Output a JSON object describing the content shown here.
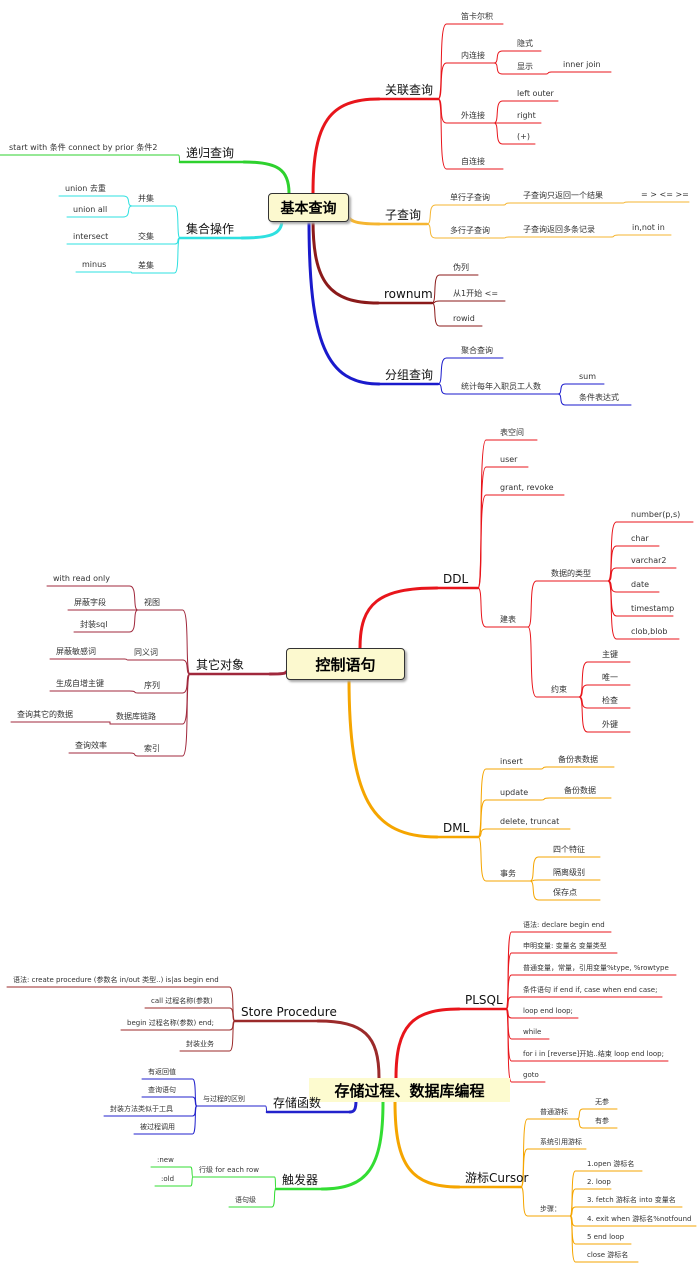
{
  "maps": [
    {
      "center": "基本查询",
      "nodes": [
        {
          "label": "关联查询",
          "color": "#e8151b",
          "children": [
            {
              "label": "笛卡尔积"
            },
            {
              "label": "内连接",
              "children": [
                {
                  "label": "隐式"
                },
                {
                  "label": "显示",
                  "children": [
                    {
                      "label": "inner join"
                    }
                  ]
                }
              ]
            },
            {
              "label": "外连接",
              "children": [
                {
                  "label": "left outer"
                },
                {
                  "label": "right"
                },
                {
                  "label": "(+)"
                }
              ]
            },
            {
              "label": "自连接"
            }
          ]
        },
        {
          "label": "子查询",
          "color": "#f5b530",
          "children": [
            {
              "label": "单行子查询",
              "children": [
                {
                  "label": "子查询只返回一个结果",
                  "children": [
                    {
                      "label": "= > <= >="
                    }
                  ]
                }
              ]
            },
            {
              "label": "多行子查询",
              "children": [
                {
                  "label": "子查询返回多条记录",
                  "children": [
                    {
                      "label": "in,not in"
                    }
                  ]
                }
              ]
            }
          ]
        },
        {
          "label": "rownum",
          "color": "#8b1a1a",
          "children": [
            {
              "label": "伪列"
            },
            {
              "label": "从1开始 <="
            },
            {
              "label": "rowid"
            }
          ]
        },
        {
          "label": "分组查询",
          "color": "#1a1acc",
          "children": [
            {
              "label": "聚合查询"
            },
            {
              "label": "统计每年入职员工人数",
              "children": [
                {
                  "label": "sum"
                },
                {
                  "label": "条件表达式"
                }
              ]
            }
          ]
        },
        {
          "label": "递归查询",
          "color": "#2ed12e",
          "children": [
            {
              "label": "start with 条件 connect by prior 条件2"
            }
          ]
        },
        {
          "label": "集合操作",
          "color": "#2ee0e0",
          "children": [
            {
              "label": "并集",
              "children": [
                {
                  "label": "union 去重"
                },
                {
                  "label": "union all"
                }
              ]
            },
            {
              "label": "交集",
              "children": [
                {
                  "label": "intersect"
                }
              ]
            },
            {
              "label": "差集",
              "children": [
                {
                  "label": "minus"
                }
              ]
            }
          ]
        }
      ]
    },
    {
      "center": "控制语句",
      "nodes": [
        {
          "label": "DDL",
          "color": "#e8151b",
          "children": [
            {
              "label": "表空间"
            },
            {
              "label": "user"
            },
            {
              "label": "grant, revoke"
            },
            {
              "label": "建表",
              "children": [
                {
                  "label": "数据的类型",
                  "children": [
                    {
                      "label": "number(p,s)"
                    },
                    {
                      "label": "char"
                    },
                    {
                      "label": "varchar2"
                    },
                    {
                      "label": "date"
                    },
                    {
                      "label": "timestamp"
                    },
                    {
                      "label": "clob,blob"
                    }
                  ]
                },
                {
                  "label": "约束",
                  "children": [
                    {
                      "label": "主键"
                    },
                    {
                      "label": "唯一"
                    },
                    {
                      "label": "检查"
                    },
                    {
                      "label": "外键"
                    }
                  ]
                }
              ]
            }
          ]
        },
        {
          "label": "DML",
          "color": "#f5a500",
          "children": [
            {
              "label": "insert",
              "children": [
                {
                  "label": "备份表数据"
                }
              ]
            },
            {
              "label": "update",
              "children": [
                {
                  "label": "备份数据"
                }
              ]
            },
            {
              "label": "delete, truncat"
            },
            {
              "label": "事务",
              "children": [
                {
                  "label": "四个特征"
                },
                {
                  "label": "隔离级别"
                },
                {
                  "label": "保存点"
                }
              ]
            }
          ]
        },
        {
          "label": "其它对象",
          "color": "#a0283c",
          "children": [
            {
              "label": "视图",
              "children": [
                {
                  "label": "with read only"
                },
                {
                  "label": "屏蔽字段"
                },
                {
                  "label": "封装sql"
                }
              ]
            },
            {
              "label": "同义词",
              "children": [
                {
                  "label": "屏蔽敏感词"
                }
              ]
            },
            {
              "label": "序列",
              "children": [
                {
                  "label": "生成自增主键"
                }
              ]
            },
            {
              "label": "数据库链路",
              "children": [
                {
                  "label": "查询其它的数据"
                }
              ]
            },
            {
              "label": "索引",
              "children": [
                {
                  "label": "查询效率"
                }
              ]
            }
          ]
        }
      ]
    },
    {
      "center": "存储过程、数据库编程",
      "nodes": [
        {
          "label": "PLSQL",
          "color": "#e8151b",
          "children": [
            {
              "label": "语法: declare begin end"
            },
            {
              "label": "申明变量: 变量名 变量类型"
            },
            {
              "label": "普通变量，常量，引用变量%type, %rowtype"
            },
            {
              "label": "条件语句 if end if, case when end case;"
            },
            {
              "label": "loop end loop;"
            },
            {
              "label": "while"
            },
            {
              "label": "for i in [reverse]开始..结束 loop  end loop;"
            },
            {
              "label": "goto"
            }
          ]
        },
        {
          "label": "游标Cursor",
          "color": "#f5a500",
          "children": [
            {
              "label": "普通游标",
              "children": [
                {
                  "label": "无参"
                },
                {
                  "label": "有参"
                }
              ]
            },
            {
              "label": "系统引用游标"
            },
            {
              "label": "步骤：",
              "children": [
                {
                  "label": "1.open 游标名"
                },
                {
                  "label": "2. loop"
                },
                {
                  "label": "3. fetch 游标名 into 变量名"
                },
                {
                  "label": "4. exit when 游标名%notfound"
                },
                {
                  "label": "5 end loop"
                },
                {
                  "label": "close 游标名"
                }
              ]
            }
          ]
        },
        {
          "label": "Store Procedure",
          "color": "#9b2a2a",
          "children": [
            {
              "label": "语法: create procedure (参数名 in/out 类型..) is|as begin end"
            },
            {
              "label": "call 过程名称(参数)"
            },
            {
              "label": "begin 过程名称(参数) end;"
            },
            {
              "label": "封装业务"
            }
          ]
        },
        {
          "label": "存储函数",
          "color": "#2222cc",
          "children": [
            {
              "label": "与过程的区别",
              "children": [
                {
                  "label": "有返回值"
                },
                {
                  "label": "查询语句"
                },
                {
                  "label": "封装方法类似于工具"
                },
                {
                  "label": "被过程调用"
                }
              ]
            }
          ]
        },
        {
          "label": "触发器",
          "color": "#33dd33",
          "children": [
            {
              "label": "行级 for each row",
              "children": [
                {
                  "label": ":new"
                },
                {
                  "label": ":old"
                }
              ]
            },
            {
              "label": "语句级"
            }
          ]
        }
      ]
    }
  ]
}
